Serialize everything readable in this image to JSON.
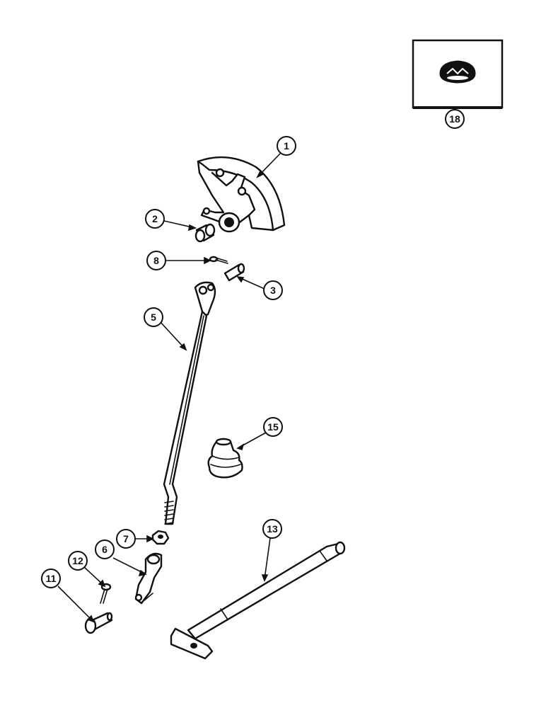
{
  "diagram": {
    "callouts": {
      "c1": "1",
      "c2": "2",
      "c3": "3",
      "c5": "5",
      "c6": "6",
      "c7": "7",
      "c8": "8",
      "c11": "11",
      "c12": "12",
      "c13": "13",
      "c15": "15",
      "c18": "18"
    }
  },
  "colors": {
    "ink": "#111111",
    "paper": "#ffffff"
  }
}
